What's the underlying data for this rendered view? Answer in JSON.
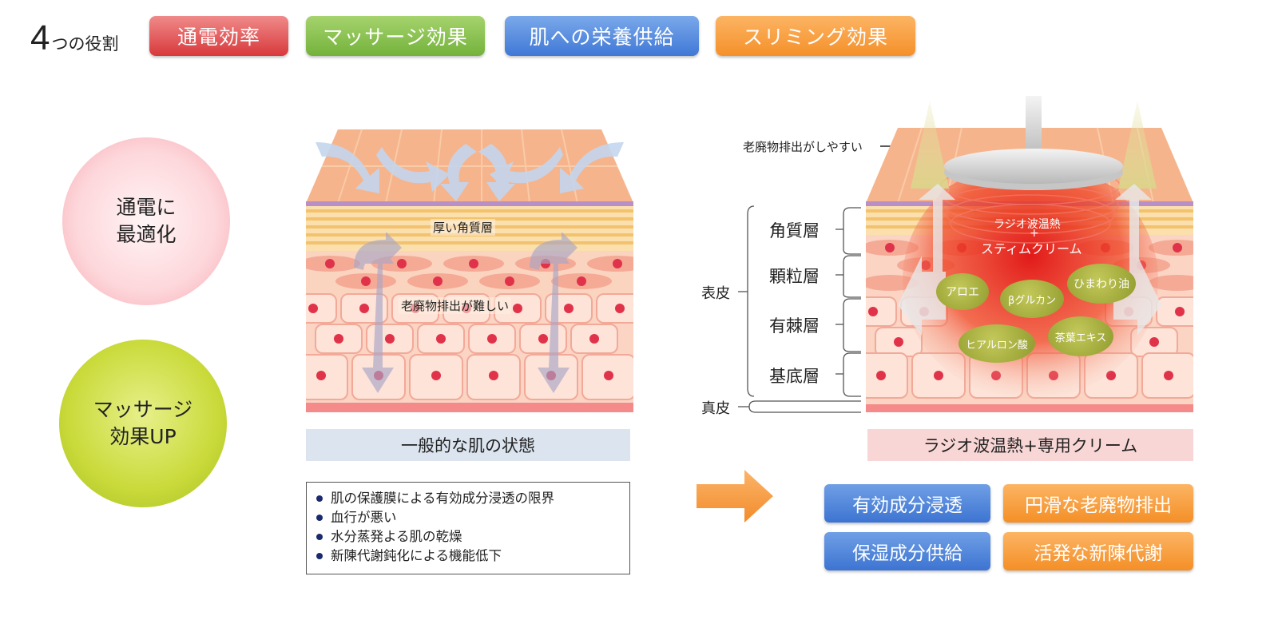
{
  "header": {
    "title_num": "4",
    "title_rest": "つの役割",
    "pills": [
      {
        "label": "通電効率"
      },
      {
        "label": "マッサージ効果"
      },
      {
        "label": "肌への栄養供給"
      },
      {
        "label": "スリミング効果"
      }
    ]
  },
  "circles": {
    "top": "通電に\n最適化",
    "bottom": "マッサージ\n効果UP"
  },
  "left_skin": {
    "label_top": "厚い角質層",
    "label_mid": "老廃物排出が難しい",
    "caption": "一般的な肌の状態",
    "bullets": [
      "肌の保護膜による有効成分浸透の限界",
      "血行が悪い",
      "水分蒸発よる肌の乾燥",
      "新陳代謝鈍化による機能低下"
    ]
  },
  "right_skin": {
    "waste_note": "老廃物排出がしやすい",
    "heat_label_1": "ラジオ波温熱",
    "heat_label_2": "+",
    "heat_label_3": "スティムクリーム",
    "caption": "ラジオ波温熱+専用クリーム",
    "epidermis": "表皮",
    "dermis": "真皮",
    "layers": [
      "角質層",
      "顆粒層",
      "有棘層",
      "基底層"
    ],
    "ingredients": [
      "アロエ",
      "βグルカン",
      "ひまわり油",
      "ヒアルロン酸",
      "茶葉エキス"
    ]
  },
  "results": [
    {
      "label": "有効成分浸透"
    },
    {
      "label": "円滑な老廃物排出"
    },
    {
      "label": "保湿成分供給"
    },
    {
      "label": "活発な新陳代謝"
    }
  ],
  "colors": {
    "red": "#d8393b",
    "green": "#74b23c",
    "blue": "#3f78d6",
    "orange": "#f5902a"
  }
}
